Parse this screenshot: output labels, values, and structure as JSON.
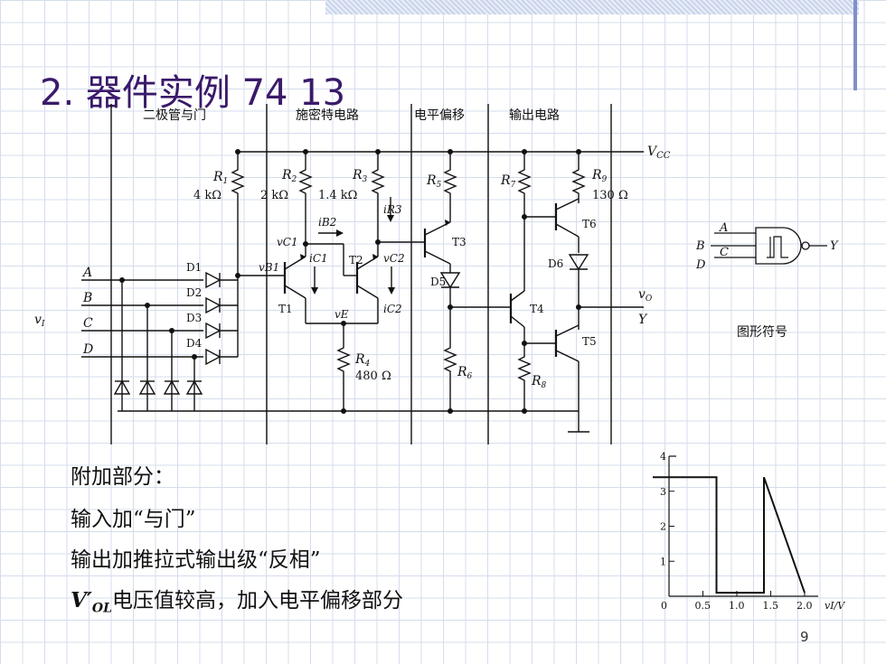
{
  "title": "2. 器件实例 74 13",
  "page_number": "9",
  "sections": [
    "二极管与门",
    "施密特电路",
    "电平偏移",
    "输出电路"
  ],
  "circuit": {
    "vcc": "V",
    "vcc_sub": "CC",
    "resistors": [
      {
        "name": "R",
        "sub": "1",
        "value": "4 kΩ"
      },
      {
        "name": "R",
        "sub": "2",
        "value": "2 kΩ"
      },
      {
        "name": "R",
        "sub": "3",
        "value": "1.4 kΩ"
      },
      {
        "name": "R",
        "sub": "5",
        "value": ""
      },
      {
        "name": "R",
        "sub": "7",
        "value": ""
      },
      {
        "name": "R",
        "sub": "9",
        "value": "130 Ω"
      },
      {
        "name": "R",
        "sub": "4",
        "value": "480 Ω"
      },
      {
        "name": "R",
        "sub": "6",
        "value": ""
      },
      {
        "name": "R",
        "sub": "8",
        "value": ""
      }
    ],
    "inputs": [
      "A",
      "B",
      "C",
      "D"
    ],
    "input_label": "v",
    "input_label_sub": "I",
    "diodes": [
      "D1",
      "D2",
      "D3",
      "D4",
      "D5",
      "D6"
    ],
    "transistors": [
      "T1",
      "T2",
      "T3",
      "T4",
      "T5",
      "T6"
    ],
    "currents": [
      "iB2",
      "iC1",
      "iC2",
      "iR3"
    ],
    "voltages": [
      "vC1",
      "vB1",
      "vC2",
      "vE"
    ],
    "output_v": "v",
    "output_v_sub": "O",
    "output_name": "Y"
  },
  "symbol": {
    "inputs": [
      "A",
      "B",
      "C",
      "D"
    ],
    "output": "Y",
    "caption": "图形符号"
  },
  "notes": [
    "附加部分：",
    "输入加“与门”",
    "输出加推拉式输出级“反相”",
    "电压值较高，加入电平偏移部分"
  ],
  "notes_var": "V′",
  "notes_var_sub": "OL",
  "chart_data": {
    "type": "line",
    "x": [
      0.0,
      0.0,
      0.7,
      0.7,
      1.4,
      1.4,
      2.0
    ],
    "y": [
      3.4,
      3.4,
      3.4,
      0.1,
      0.1,
      3.4,
      0.1
    ],
    "xticks": [
      "0",
      "0.5",
      "1.0",
      "1.5",
      "2.0"
    ],
    "yticks": [
      "1",
      "2",
      "3",
      "4"
    ],
    "xlabel": "vI/V",
    "xlim": [
      0,
      2.2
    ],
    "ylim": [
      0,
      4
    ]
  }
}
